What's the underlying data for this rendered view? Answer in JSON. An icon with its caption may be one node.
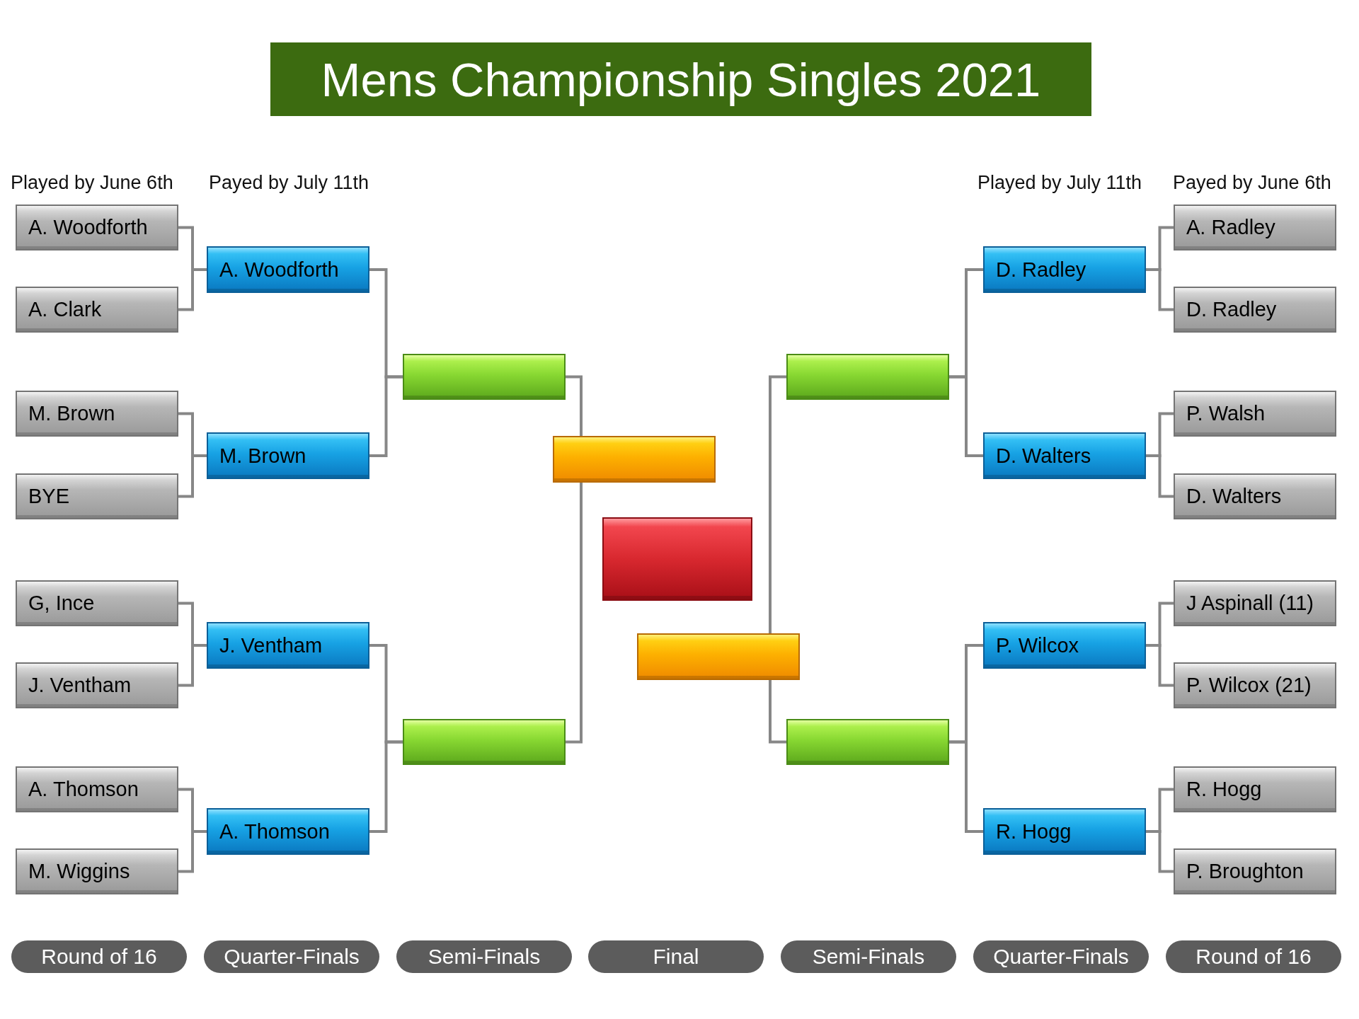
{
  "diagram": {
    "title": "Mens Championship Singles 2021",
    "nodes": [
      {
        "text": [
          "A. Woodforth"
        ]
      },
      {
        "text": [
          "A. Clark"
        ]
      },
      {
        "text": [
          "M. Brown"
        ]
      },
      {
        "text": [
          "BYE"
        ]
      },
      {
        "text": [
          "G, Ince"
        ]
      },
      {
        "text": [
          "J. Ventham"
        ]
      },
      {
        "text": [
          "A. Thomson"
        ]
      },
      {
        "text": [
          "M. Wiggins"
        ]
      },
      {
        "text": [
          "A. Woodforth"
        ]
      },
      {
        "text": [
          "M. Brown"
        ]
      },
      {
        "text": [
          "J. Ventham"
        ]
      },
      {
        "text": [
          "A. Thomson"
        ]
      },
      {
        "text": [],
        "shape": "box"
      },
      {
        "text": [],
        "shape": "box"
      },
      {
        "text": [],
        "shape": "box"
      },
      {
        "text": [],
        "shape": "box"
      },
      {
        "text": [],
        "shape": "box"
      },
      {
        "text": [],
        "shape": "box"
      },
      {
        "text": [],
        "shape": "box"
      },
      {
        "text": [
          "D. Radley"
        ]
      },
      {
        "text": [
          "D. Walters"
        ]
      },
      {
        "text": [
          "P. Wilcox"
        ]
      },
      {
        "text": [
          "R. Hogg"
        ]
      },
      {
        "text": [
          "A. Radley"
        ]
      },
      {
        "text": [
          "D. Radley"
        ]
      },
      {
        "text": [
          "P. Walsh"
        ]
      },
      {
        "text": [
          "D. Walters"
        ]
      },
      {
        "text": [
          "J Aspinall (11)"
        ]
      },
      {
        "text": [
          "P. Wilcox (21)"
        ]
      },
      {
        "text": [
          "R. Hogg"
        ]
      },
      {
        "text": [
          "P. Broughton"
        ]
      },
      {
        "text": [
          "Round of 16"
        ]
      },
      {
        "text": [
          "Quarter-Finals"
        ]
      },
      {
        "text": [
          "Semi-Finals"
        ]
      },
      {
        "text": [
          "Final"
        ]
      },
      {
        "text": [
          "Semi-Finals"
        ]
      },
      {
        "text": [
          "Quarter-Finals"
        ]
      },
      {
        "text": [
          "Round of 16"
        ]
      }
    ],
    "edges": [
      {
        "from": 0,
        "to": 8,
        "arrow": "none"
      },
      {
        "from": 1,
        "to": 8,
        "arrow": "none"
      },
      {
        "from": 2,
        "to": 9,
        "arrow": "none"
      },
      {
        "from": 3,
        "to": 9,
        "arrow": "none"
      },
      {
        "from": 4,
        "to": 10,
        "arrow": "none"
      },
      {
        "from": 5,
        "to": 10,
        "arrow": "none"
      },
      {
        "from": 6,
        "to": 11,
        "arrow": "none"
      },
      {
        "from": 7,
        "to": 11,
        "arrow": "none"
      },
      {
        "from": 8,
        "to": 12,
        "arrow": "none"
      },
      {
        "from": 9,
        "to": 12,
        "arrow": "none"
      },
      {
        "from": 10,
        "to": 13,
        "arrow": "none"
      },
      {
        "from": 11,
        "to": 13,
        "arrow": "none"
      },
      {
        "from": 12,
        "to": 14,
        "arrow": "none"
      },
      {
        "from": 13,
        "to": 14,
        "arrow": "none"
      },
      {
        "from": 16,
        "to": 17,
        "arrow": "none"
      },
      {
        "from": 16,
        "to": 18,
        "arrow": "none"
      },
      {
        "from": 17,
        "to": 19,
        "arrow": "none"
      },
      {
        "from": 17,
        "to": 20,
        "arrow": "none"
      },
      {
        "from": 18,
        "to": 21,
        "arrow": "none"
      },
      {
        "from": 18,
        "to": 22,
        "arrow": "none"
      },
      {
        "from": 19,
        "to": 23,
        "arrow": "none"
      },
      {
        "from": 19,
        "to": 24,
        "arrow": "none"
      },
      {
        "from": 20,
        "to": 25,
        "arrow": "none"
      },
      {
        "from": 20,
        "to": 26,
        "arrow": "none"
      },
      {
        "from": 21,
        "to": 27,
        "arrow": "none"
      },
      {
        "from": 21,
        "to": 28,
        "arrow": "none"
      },
      {
        "from": 22,
        "to": 29,
        "arrow": "none"
      },
      {
        "from": 22,
        "to": 30,
        "arrow": "none"
      }
    ],
    "labels": [
      "Played by June 6th",
      "Payed by July 11th",
      "Played by July 11th",
      "Payed by June 6th"
    ]
  }
}
